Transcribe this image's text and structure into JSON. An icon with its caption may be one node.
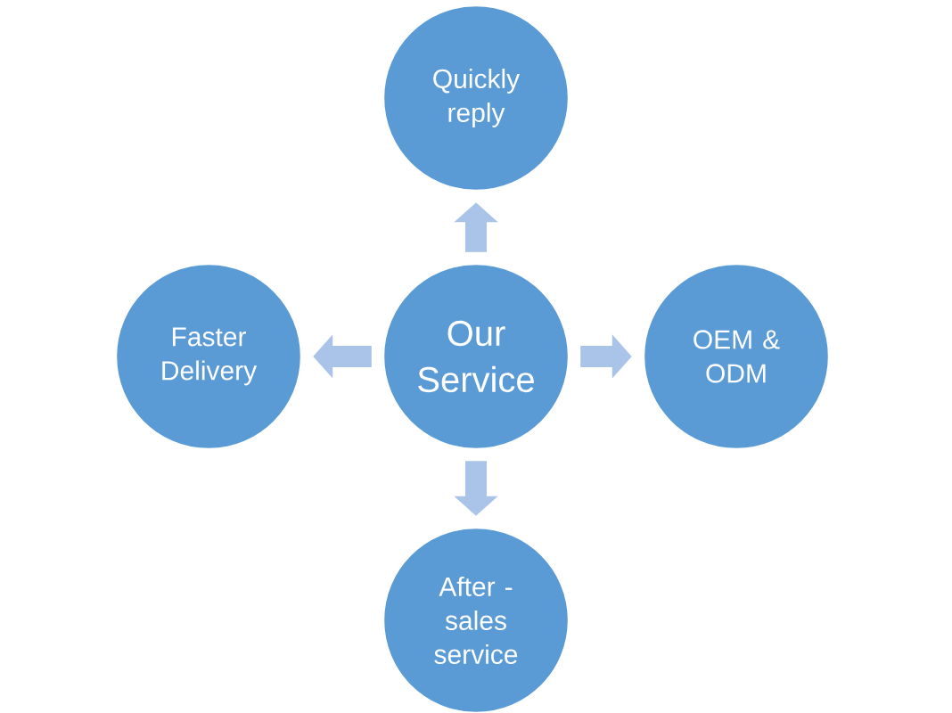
{
  "diagram": {
    "nodes": [
      {
        "text": [
          "Our Service"
        ]
      },
      {
        "text": [
          "Quickly reply"
        ]
      },
      {
        "text": [
          "Faster Delivery"
        ]
      },
      {
        "text": [
          "OEM & ODM"
        ]
      },
      {
        "text": [
          "After - sales service"
        ]
      }
    ],
    "edges": [
      {
        "from": 0,
        "to": 1,
        "arrow": "to"
      },
      {
        "from": 0,
        "to": 2,
        "arrow": "to"
      },
      {
        "from": 0,
        "to": 3,
        "arrow": "to"
      },
      {
        "from": 0,
        "to": 4,
        "arrow": "to"
      }
    ]
  }
}
